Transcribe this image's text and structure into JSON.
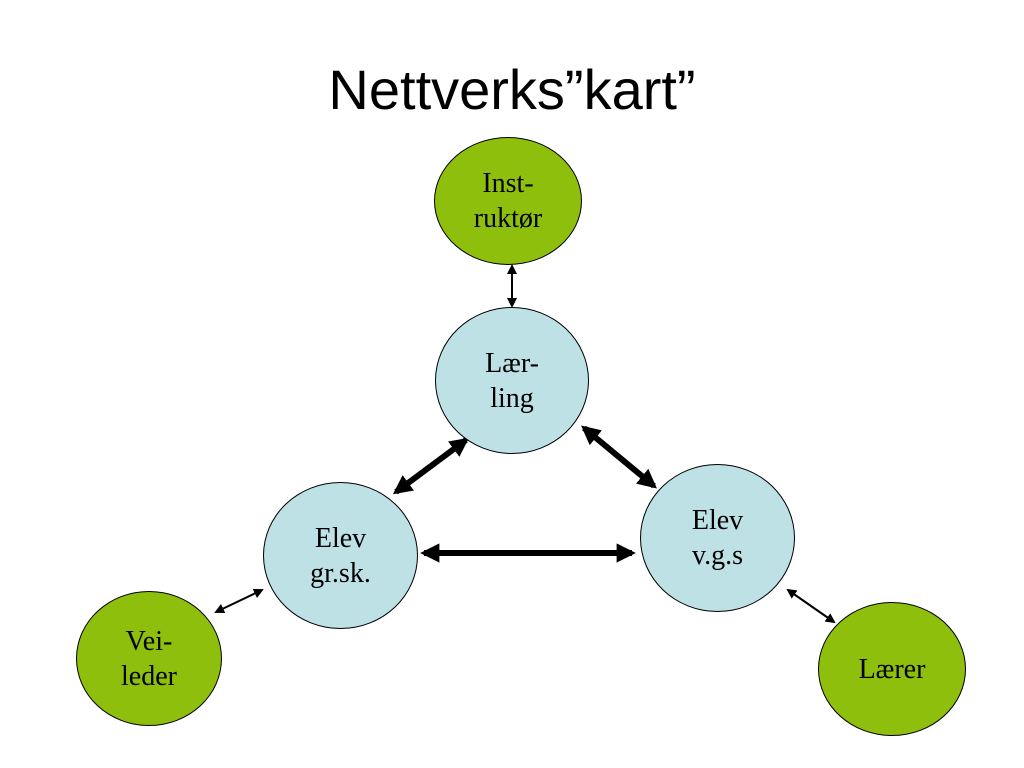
{
  "title": "Nettverks”kart”",
  "colors": {
    "inner": "#bee1e6",
    "outer": "#8ebf0c",
    "stroke": "#000000"
  },
  "nodes": {
    "instruktor": {
      "lines": [
        "Inst-",
        "ruktør"
      ]
    },
    "laerling": {
      "lines": [
        "Lær-",
        "ling"
      ]
    },
    "elev_grsk": {
      "lines": [
        "Elev",
        "gr.sk."
      ]
    },
    "elev_vgs": {
      "lines": [
        "Elev",
        "v.g.s"
      ]
    },
    "veileder": {
      "lines": [
        "Vei-",
        "leder"
      ]
    },
    "laerer": {
      "lines": [
        "Lærer"
      ]
    }
  },
  "edges": [
    {
      "from": "instruktor",
      "to": "laerling",
      "direction": "both"
    },
    {
      "from": "laerling",
      "to": "elev_grsk",
      "direction": "both"
    },
    {
      "from": "laerling",
      "to": "elev_vgs",
      "direction": "both"
    },
    {
      "from": "elev_grsk",
      "to": "elev_vgs",
      "direction": "both"
    },
    {
      "from": "elev_grsk",
      "to": "veileder",
      "direction": "both"
    },
    {
      "from": "elev_vgs",
      "to": "laerer",
      "direction": "both"
    }
  ]
}
